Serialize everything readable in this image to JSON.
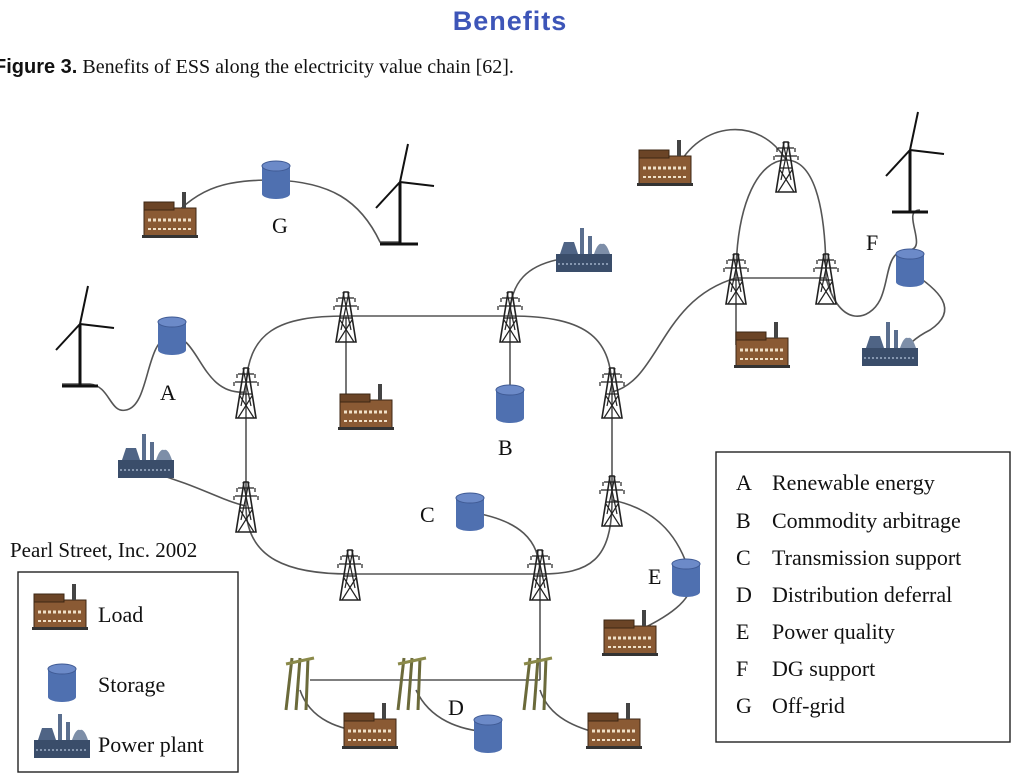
{
  "heading": "Benefits",
  "caption": {
    "label": "Figure 3.",
    "text": "Benefits of ESS along the electricity value chain [62]."
  },
  "diagram": {
    "credit": "Pearl Street, Inc. 2002",
    "node_letters": {
      "A": "A",
      "B": "B",
      "C": "C",
      "D": "D",
      "E": "E",
      "F": "F",
      "G": "G"
    },
    "benefit_legend": [
      {
        "letter": "A",
        "text": "Renewable energy"
      },
      {
        "letter": "B",
        "text": "Commodity arbitrage"
      },
      {
        "letter": "C",
        "text": "Transmission support"
      },
      {
        "letter": "D",
        "text": "Distribution deferral"
      },
      {
        "letter": "E",
        "text": "Power quality"
      },
      {
        "letter": "F",
        "text": "DG support"
      },
      {
        "letter": "G",
        "text": "Off-grid"
      }
    ],
    "symbol_legend": [
      {
        "icon": "load-icon",
        "text": "Load"
      },
      {
        "icon": "storage-icon",
        "text": "Storage"
      },
      {
        "icon": "power-plant-icon",
        "text": "Power plant"
      }
    ],
    "colors": {
      "load_body": "#8a5a34",
      "load_roof": "#6b4426",
      "storage": "#4f70b0",
      "plant": "#3a4d6a",
      "line": "#555555"
    }
  }
}
